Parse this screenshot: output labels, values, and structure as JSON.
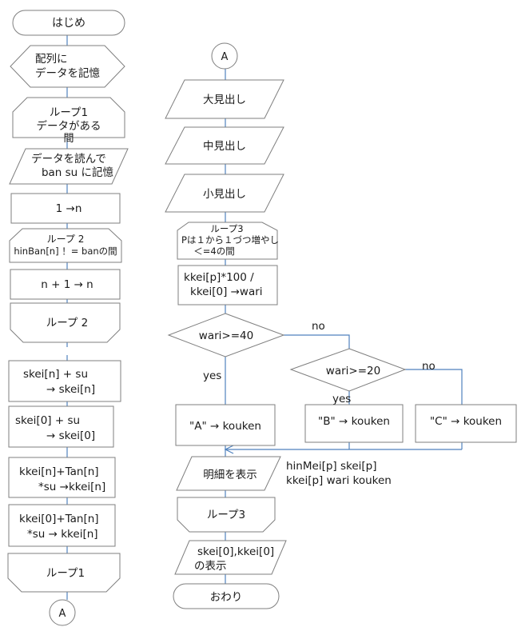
{
  "left_column": {
    "start": "はじめ",
    "store_array": [
      "配列に",
      "データを記憶"
    ],
    "loop1_open": [
      "ループ1",
      "データがある",
      "間"
    ],
    "read_data": [
      "データを読んで",
      "ban  su に記憶"
    ],
    "init_n": "1 →n",
    "loop2_open": [
      "ループ 2",
      "hinBan[n] ！= banの間"
    ],
    "increment_n": "n + 1 → n",
    "loop2_close": "ループ 2",
    "add_skei_n": [
      "skei[n] + su",
      "→   skei[n]"
    ],
    "add_skei_0": [
      "skei[0] + su",
      "→   skei[0]"
    ],
    "add_kkei_n": [
      "kkei[n]+Tan[n]",
      "*su →kkei[n]"
    ],
    "add_kkei_0": [
      "kkei[0]+Tan[n]",
      "*su →   kkei[n]"
    ],
    "loop1_close": "ループ1",
    "connector": "A"
  },
  "right_column": {
    "connector": "A",
    "major_heading": "大見出し",
    "mid_heading": "中見出し",
    "minor_heading": "小見出し",
    "loop3_open": [
      "ループ3",
      "Pは１から１づつ増やし",
      "＜=4の間"
    ],
    "compute_wari": [
      "kkei[p]*100 /",
      "kkei[0]  →wari"
    ],
    "decision1": "wari>=40",
    "decision1_no": "no",
    "decision1_yes": "yes",
    "decision2": "wari>=20",
    "decision2_no": "no",
    "decision2_yes": "yes",
    "assign_a": "\"A\" → kouken",
    "assign_b": "\"B\" → kouken",
    "assign_c": "\"C\" → kouken",
    "show_detail": "明細を表示",
    "detail_note": [
      "hinMei[p]  skei[p]",
      "kkei[p]  wari  kouken"
    ],
    "loop3_close": "ループ3",
    "show_totals": [
      "skei[0],kkei[0]",
      "の表示"
    ],
    "end": "おわり"
  },
  "colors": {
    "connector_line": "#4f81bd",
    "shape_border": "#7f7f7f",
    "fill": "#ffffff"
  }
}
